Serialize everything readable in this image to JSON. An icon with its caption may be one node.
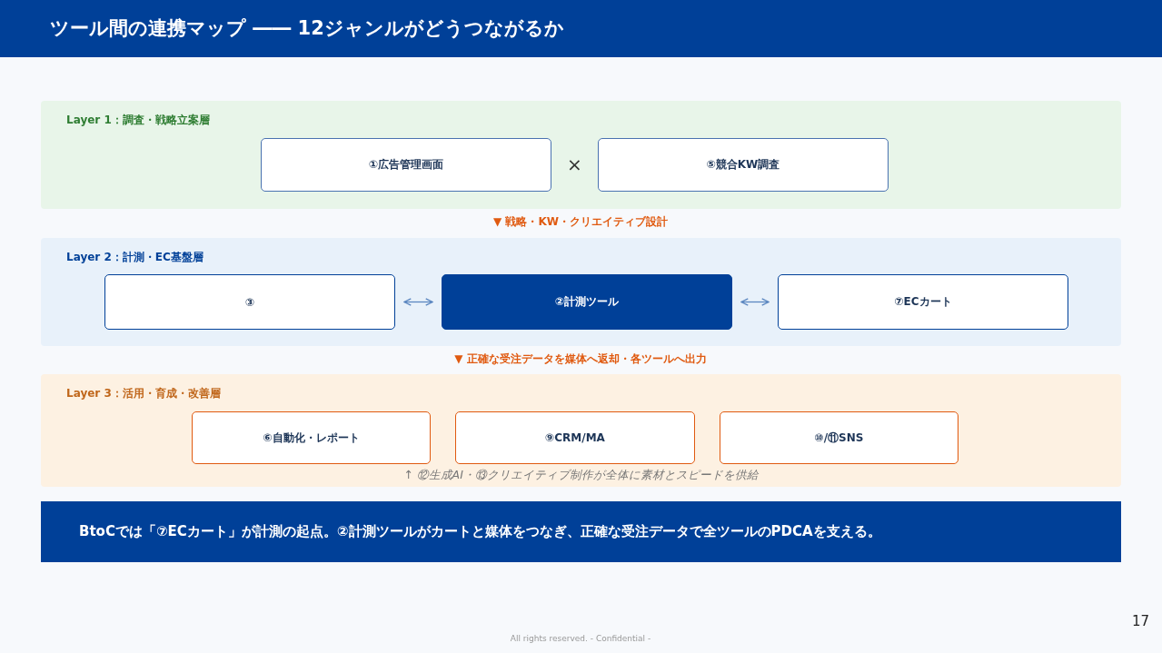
{
  "diagram": {
    "title": "ツール間の連携マップ ―― 12ジャンルがどうつながるか",
    "nodes": [
      {
        "text": [
          "Layer 1：調査・戦略立案層"
        ]
      },
      {
        "text": [
          "①広告管理画面"
        ],
        "in": 0
      },
      {
        "text": [
          "⑤競合KW調査"
        ],
        "in": 0
      },
      {
        "text": [
          "Layer 2：計測・EC基盤層"
        ]
      },
      {
        "text": [
          "③"
        ],
        "in": 3
      },
      {
        "text": [
          "②計測ツール"
        ],
        "in": 3
      },
      {
        "text": [
          "⑦ECカート"
        ],
        "in": 3
      },
      {
        "text": [
          "Layer 3：活用・育成・改善層",
          "↑ ⑫生成AI・⑬クリエイティブ制作が全体に素材とスピードを供給"
        ]
      },
      {
        "text": [
          "⑥自動化・レポート"
        ],
        "in": 7
      },
      {
        "text": [
          "⑨CRM/MA"
        ],
        "in": 7
      },
      {
        "text": [
          "⑩/⑪SNS"
        ],
        "in": 7
      },
      {
        "text": [
          "BtoCでは「⑦ECカート」が計測の起点。②計測ツールがカートと媒体をつなぎ、正確な受注データで全ツールのPDCAを支える。"
        ]
      }
    ],
    "edges": [
      {
        "from": 4,
        "to": 5,
        "arrow": "both"
      },
      {
        "from": 5,
        "to": 6,
        "arrow": "both"
      }
    ],
    "labels": [
      "×",
      "▼ 戦略・KW・クリエイティブ設計",
      "▼ 正確な受注データを媒体へ返却・各ツールへ出力",
      "All rights reserved.  - Confidential -",
      "17"
    ]
  }
}
